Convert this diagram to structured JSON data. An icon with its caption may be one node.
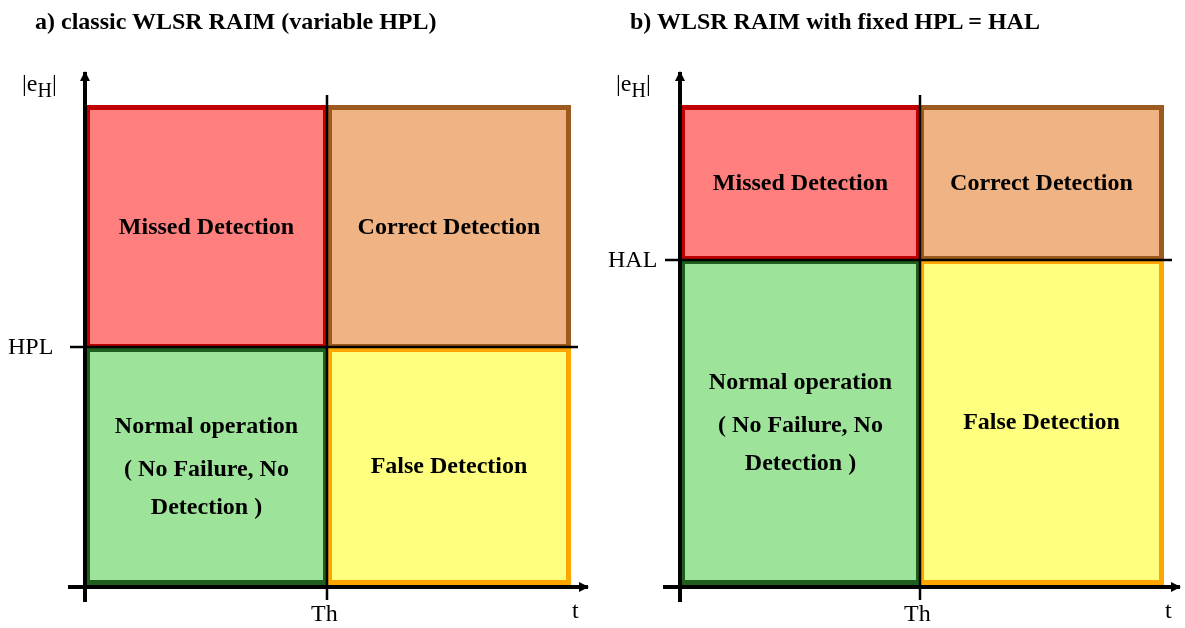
{
  "diagram": {
    "nodes": [
      {
        "text": [
          "Missed Detection"
        ]
      },
      {
        "text": [
          "Correct Detection"
        ]
      },
      {
        "text": [
          "Normal operation",
          "( No Failure, No Detection )"
        ]
      },
      {
        "text": [
          "False Detection"
        ]
      },
      {
        "text": [
          "Missed Detection"
        ]
      },
      {
        "text": [
          "Correct Detection"
        ]
      },
      {
        "text": [
          "Normal operation",
          "( No Failure, No Detection )"
        ]
      },
      {
        "text": [
          "False Detection"
        ]
      }
    ],
    "labels": [
      "a) classic WLSR RAIM (variable HPL)",
      "b) WLSR RAIM with fixed HPL = HAL",
      "|e$_{H}$|",
      "|e$_{H}$|",
      "HAL",
      "HPL",
      "Th",
      "t",
      "Th",
      "t"
    ]
  }
}
